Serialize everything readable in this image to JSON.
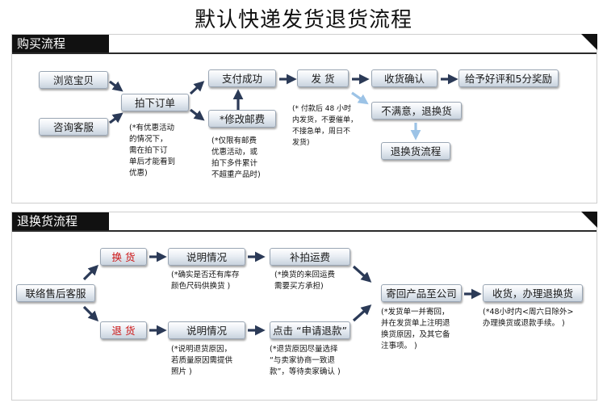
{
  "title": "默认快递发货退货流程",
  "purchase": {
    "header": "购买流程",
    "browse": "浏览宝贝",
    "consult": "咨询客服",
    "place_order": "拍下订单",
    "pay_success": "支付成功",
    "modify_postage": "*修改邮费",
    "ship": "发 货",
    "confirm_receipt": "收货确认",
    "praise": "给予好评和5分奖励",
    "unsatisfied": "不满意，退换货",
    "exchange_flow": "退换货流程",
    "note_order": [
      "(*有优惠活动",
      "的情况下，",
      "需在拍下订",
      "单后才能看到",
      "优惠)"
    ],
    "note_postage": [
      "(*仅限有邮费",
      "优惠活动，或",
      "拍下多件累计",
      "不超重产品时)"
    ],
    "note_ship": [
      "(* 付款后 48 小时",
      "内发货，不要催单，",
      "不接急单，周日不",
      "发货)"
    ]
  },
  "returns": {
    "header": "退换货流程",
    "contact": "联络售后客服",
    "exchange": "换 货",
    "refund": "退 货",
    "explain_exchange": "说明情况",
    "explain_refund": "说明情况",
    "pay_shipping": "补拍运费",
    "apply_refund": "点击 “申请退款”",
    "send_back": "寄回产品至公司",
    "receive_process": "收货，办理退换货",
    "note_exchange": [
      "(*确实是否还有库存",
      "颜色尺码供换货 )"
    ],
    "note_shipping": [
      "(*换货的来回运费",
      "需要买方承担)"
    ],
    "note_send": [
      "(*发货单一并寄回，",
      "并在发货单上注明退",
      "换货原因，及其它备",
      "注事项。 )"
    ],
    "note_receive": [
      "(*48小时内<周六日除外>",
      "办理换货或退款手续。 )"
    ],
    "note_refund_reason": [
      "(*说明退货原因，",
      "若质量原因需提供",
      "照片 )"
    ],
    "note_refund_apply": [
      "(*退货原因尽量选择",
      "“与卖家协商一致退",
      "款”，等待卖家确认 )"
    ]
  }
}
